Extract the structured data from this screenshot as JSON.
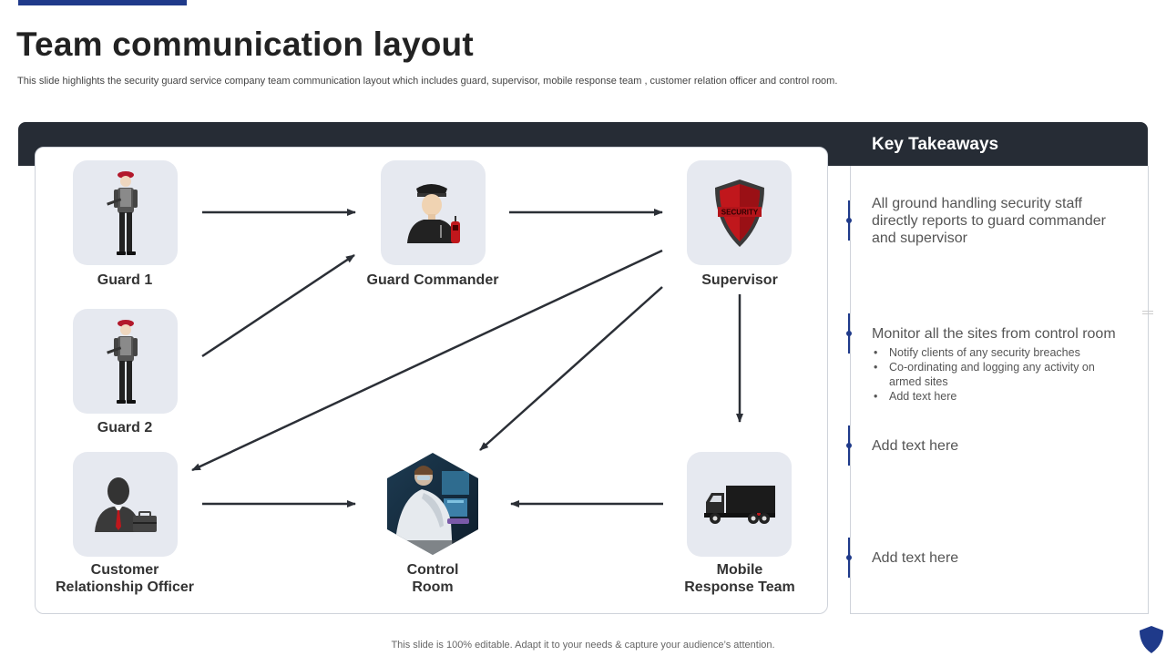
{
  "header": {
    "title": "Team communication layout",
    "subtitle": "This slide highlights the security guard service company team communication layout which includes guard, supervisor, mobile response team , customer relation officer and control room."
  },
  "nodes": {
    "guard1": {
      "label": "Guard 1",
      "icon": "guard-icon"
    },
    "guard2": {
      "label": "Guard 2",
      "icon": "guard-icon"
    },
    "guard_commander": {
      "label": "Guard Commander",
      "icon": "police-officer-icon"
    },
    "supervisor": {
      "label": "Supervisor",
      "icon": "security-shield-icon",
      "badge_text": "SECURITY"
    },
    "cro_line1": "Customer",
    "cro_line2": "Relationship Officer",
    "control_line1": "Control",
    "control_line2": "Room",
    "mobile_line1": "Mobile",
    "mobile_line2": "Response Team"
  },
  "takeaways": {
    "heading": "Key Takeaways",
    "item1": "All ground handling security staff directly reports to guard commander and supervisor",
    "item2": "Monitor all the sites from control room",
    "item2_bullets": [
      "Notify clients of any security breaches",
      "Co-ordinating  and logging any activity on armed sites",
      "Add text here"
    ],
    "item3": "Add text here",
    "item4": "Add text here"
  },
  "footer": {
    "text": "This slide is 100% editable. Adapt it to your needs & capture your audience’s attention."
  },
  "colors": {
    "accent": "#1f3a8a",
    "dark_band": "#262c35",
    "card_bg": "#e6e9f0",
    "arrow": "#2b2f36",
    "shield_red": "#c0171c"
  }
}
